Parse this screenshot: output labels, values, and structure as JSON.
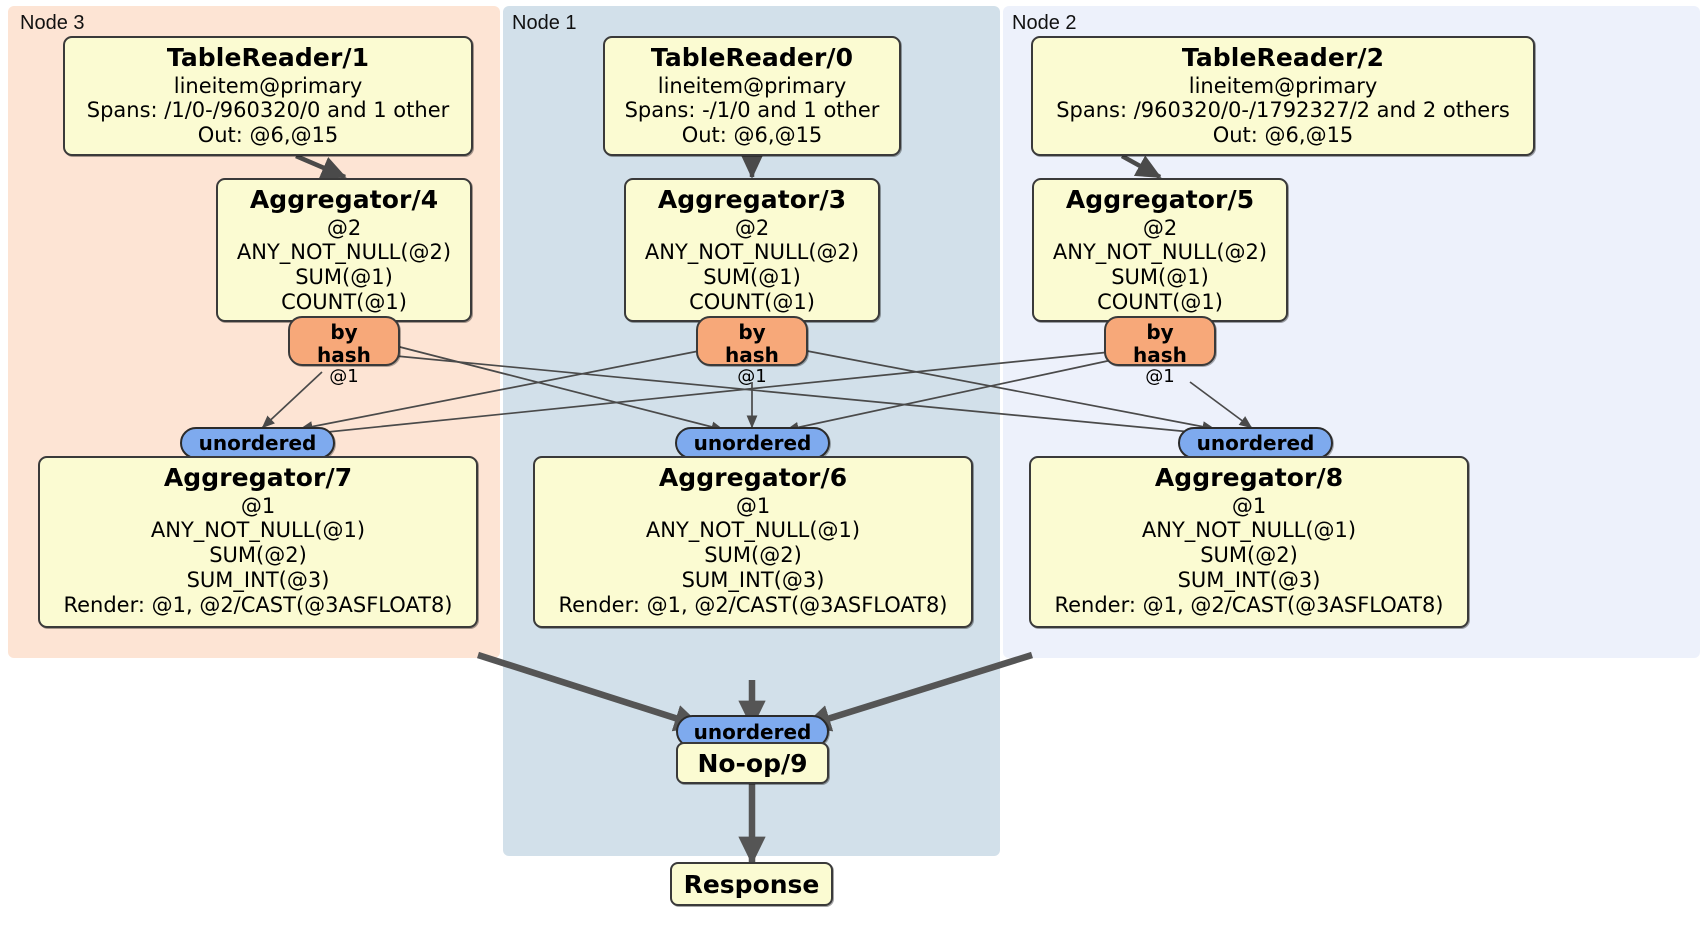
{
  "diagram": {
    "type": "distributed-query-plan",
    "colors": {
      "node3_bg": "#FDE4D4",
      "node1_bg": "#D2E0EA",
      "node2_bg": "#EDF1FB",
      "processor_bg": "#FBFBD2",
      "hash_router_bg": "#F7A879",
      "pill_router_bg": "#7EAAEE",
      "edge": "#4a4a4a"
    }
  },
  "nodes": [
    {
      "id": "node3",
      "label": "Node 3"
    },
    {
      "id": "node1",
      "label": "Node 1"
    },
    {
      "id": "node2",
      "label": "Node 2"
    }
  ],
  "processors": {
    "tablereader_1": {
      "title": "TableReader/1",
      "lines": [
        "lineitem@primary",
        "Spans: /1/0-/960320/0 and 1 other",
        "Out: @6,@15"
      ]
    },
    "tablereader_0": {
      "title": "TableReader/0",
      "lines": [
        "lineitem@primary",
        "Spans: -/1/0 and 1 other",
        "Out: @6,@15"
      ]
    },
    "tablereader_2": {
      "title": "TableReader/2",
      "lines": [
        "lineitem@primary",
        "Spans: /960320/0-/1792327/2 and 2 others",
        "Out: @6,@15"
      ]
    },
    "aggregator_4": {
      "title": "Aggregator/4",
      "lines": [
        "@2",
        "ANY_NOT_NULL(@2)",
        "SUM(@1)",
        "COUNT(@1)"
      ]
    },
    "aggregator_3": {
      "title": "Aggregator/3",
      "lines": [
        "@2",
        "ANY_NOT_NULL(@2)",
        "SUM(@1)",
        "COUNT(@1)"
      ]
    },
    "aggregator_5": {
      "title": "Aggregator/5",
      "lines": [
        "@2",
        "ANY_NOT_NULL(@2)",
        "SUM(@1)",
        "COUNT(@1)"
      ]
    },
    "aggregator_7": {
      "title": "Aggregator/7",
      "lines": [
        "@1",
        "ANY_NOT_NULL(@1)",
        "SUM(@2)",
        "SUM_INT(@3)",
        "Render: @1, @2/CAST(@3ASFLOAT8)"
      ]
    },
    "aggregator_6": {
      "title": "Aggregator/6",
      "lines": [
        "@1",
        "ANY_NOT_NULL(@1)",
        "SUM(@2)",
        "SUM_INT(@3)",
        "Render: @1, @2/CAST(@3ASFLOAT8)"
      ]
    },
    "aggregator_8": {
      "title": "Aggregator/8",
      "lines": [
        "@1",
        "ANY_NOT_NULL(@1)",
        "SUM(@2)",
        "SUM_INT(@3)",
        "Render: @1, @2/CAST(@3ASFLOAT8)"
      ]
    },
    "noop_9": {
      "title": "No-op/9"
    },
    "response": {
      "title": "Response"
    }
  },
  "routers": {
    "hash_left": {
      "type_label": "by hash",
      "column": "@1"
    },
    "hash_center": {
      "type_label": "by hash",
      "column": "@1"
    },
    "hash_right": {
      "type_label": "by hash",
      "column": "@1"
    },
    "unordered_left": {
      "label": "unordered"
    },
    "unordered_center": {
      "label": "unordered"
    },
    "unordered_right": {
      "label": "unordered"
    },
    "unordered_final": {
      "label": "unordered"
    }
  }
}
